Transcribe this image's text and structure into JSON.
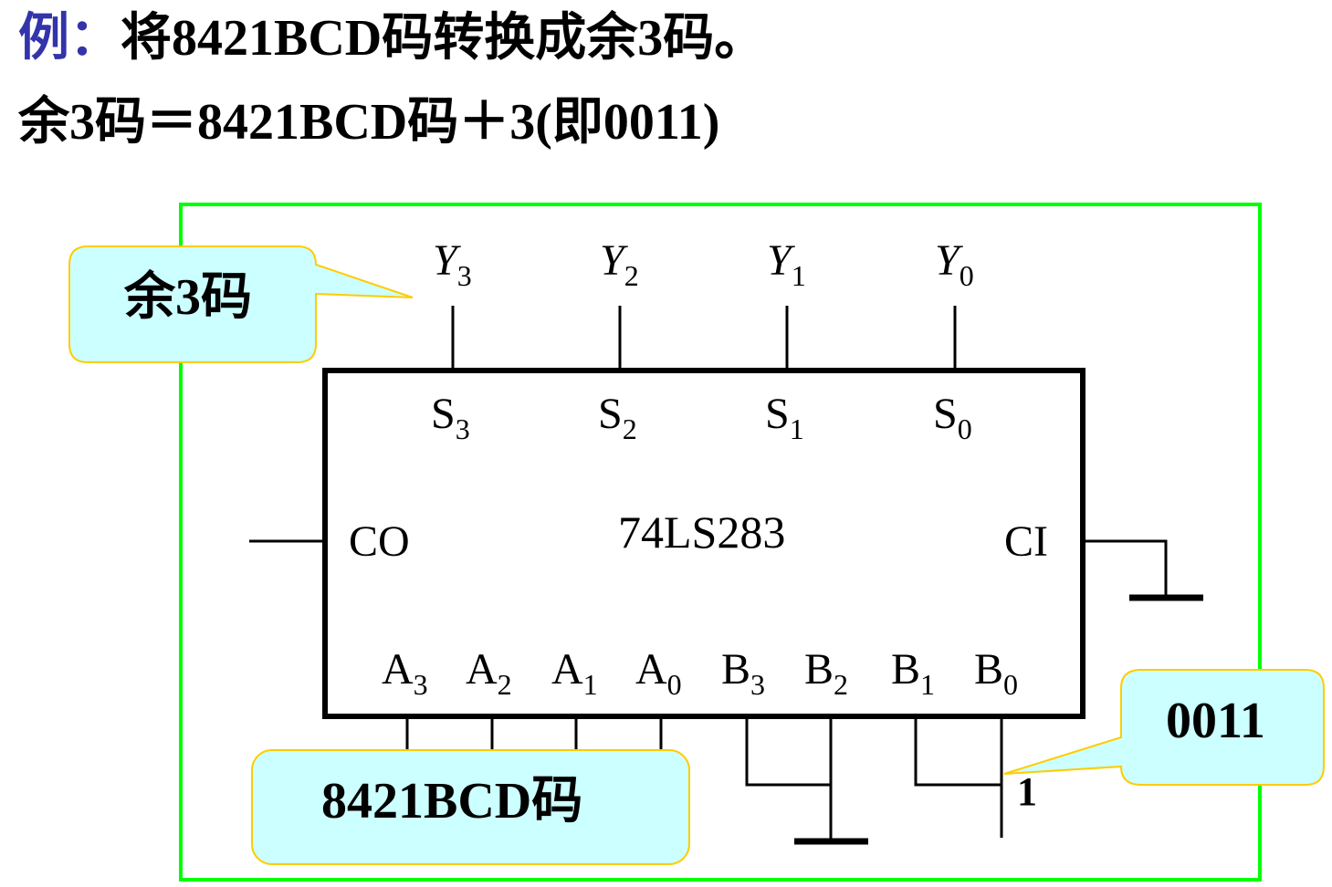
{
  "title": {
    "prefix": "例：",
    "line1": "将8421BCD码转换成余3码。",
    "line2": "余3码＝8421BCD码＋3(即0011)"
  },
  "colors": {
    "accent": "#3333aa",
    "frame": "#00ff00",
    "callout_fill": "#ccffff",
    "callout_border": "#ffcc00"
  },
  "chip": {
    "name": "74LS283",
    "co": "CO",
    "ci": "CI",
    "outputs": [
      {
        "base": "Y",
        "sub": "3"
      },
      {
        "base": "Y",
        "sub": "2"
      },
      {
        "base": "Y",
        "sub": "1"
      },
      {
        "base": "Y",
        "sub": "0"
      }
    ],
    "sums": [
      {
        "base": "S",
        "sub": "3"
      },
      {
        "base": "S",
        "sub": "2"
      },
      {
        "base": "S",
        "sub": "1"
      },
      {
        "base": "S",
        "sub": "0"
      }
    ],
    "inputs": [
      {
        "base": "A",
        "sub": "3"
      },
      {
        "base": "A",
        "sub": "2"
      },
      {
        "base": "A",
        "sub": "1"
      },
      {
        "base": "A",
        "sub": "0"
      },
      {
        "base": "B",
        "sub": "3"
      },
      {
        "base": "B",
        "sub": "2"
      },
      {
        "base": "B",
        "sub": "1"
      },
      {
        "base": "B",
        "sub": "0"
      }
    ],
    "logic_high": "1"
  },
  "callouts": {
    "excess3": "余3码",
    "bcd": "8421BCD码",
    "addend": "0011"
  }
}
